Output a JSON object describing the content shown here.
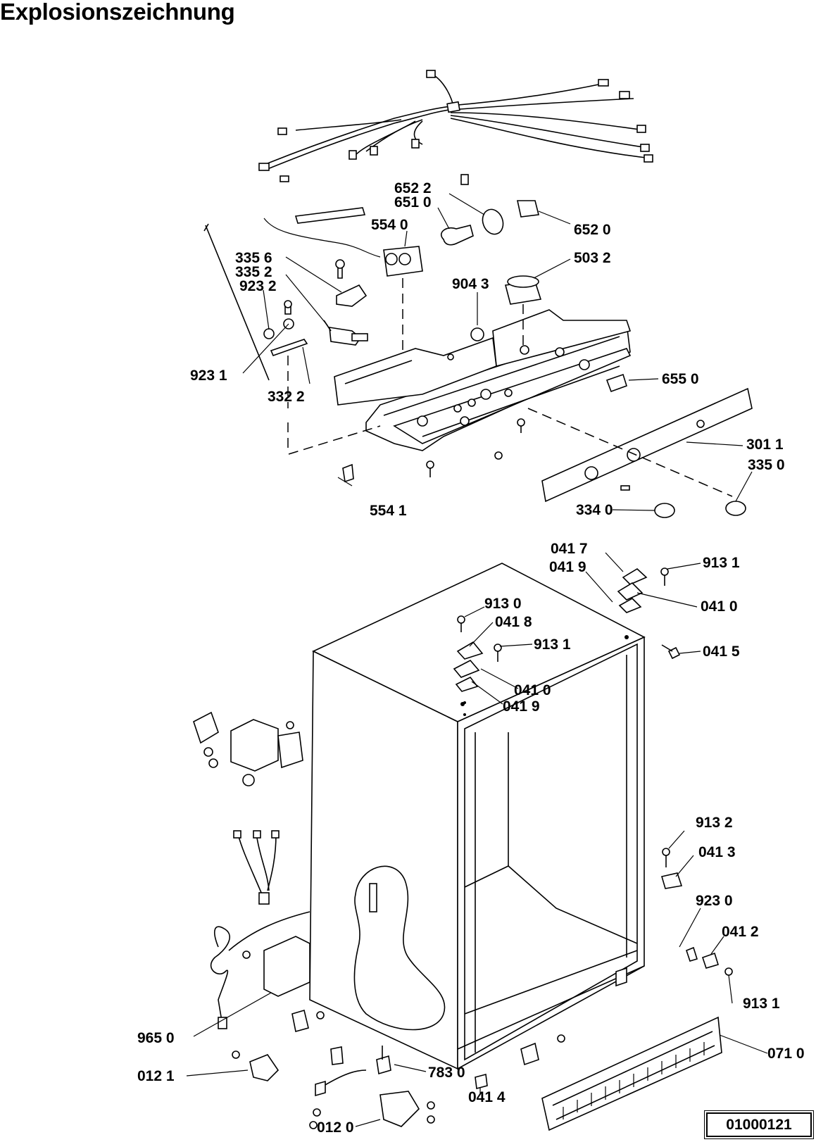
{
  "title": "Explosionszeichnung",
  "document_number": "01000121",
  "part_labels": [
    "652 2",
    "651 0",
    "652 0",
    "554 0",
    "335 6",
    "335 2",
    "923 2",
    "503 2",
    "904 3",
    "923 1",
    "332 2",
    "655 0",
    "301 1",
    "335 0",
    "554 1",
    "334 0",
    "041 7",
    "041 9",
    "913 1",
    "913 0",
    "041 8",
    "041 0",
    "913 1",
    "041 5",
    "041 0",
    "041 9",
    "913 2",
    "041 3",
    "923 0",
    "041 2",
    "913 1",
    "965 0",
    "071 0",
    "012 1",
    "783 0",
    "041 4",
    "012 0"
  ]
}
